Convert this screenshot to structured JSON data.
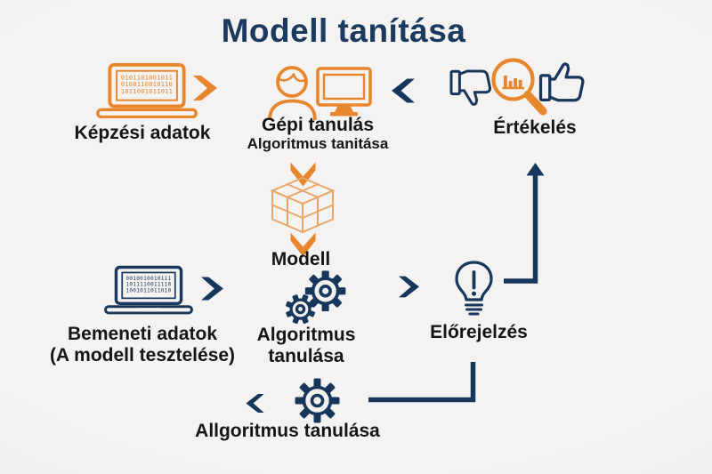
{
  "title": "Modell tanítása",
  "colors": {
    "navy": "#16365c",
    "orange": "#e8862d",
    "cube_orange": "#e9a66b",
    "label_text": "#151515",
    "title_text": "#1b3a60",
    "background": "#f2f1ee"
  },
  "top_row": {
    "training_data_label": "Képzési adatok",
    "machine_learning_label": "Gépi tanulás",
    "machine_learning_sublabel": "Algoritmus tanitása",
    "evaluation_label": "Értékelés"
  },
  "middle": {
    "model_label": "Modell"
  },
  "second_row": {
    "input_data_label": "Bemeneti adatok",
    "input_data_sublabel": "(A modell tesztelése)",
    "algorithm_label_line1": "Algoritmus",
    "algorithm_label_line2": "tanulása",
    "prediction_label": "Előrejelzés"
  },
  "footer": {
    "algorithm_learning_label": "Allgoritmus tanulása"
  },
  "laptop_training": {
    "screen_lines": [
      "0101101001011",
      "0100110010110",
      "1011001011011"
    ]
  },
  "laptop_input": {
    "screen_lines": [
      "0010010010111",
      "1011110011110",
      "1001011011010"
    ]
  },
  "icons": {
    "laptop-icon": "svg-laptop-outline",
    "chevron-right-icon": "svg-thick-chevron",
    "chevron-left-icon": "svg-thick-chevron-mirrored",
    "chevron-down-icon": "svg-thick-chevron-rotated",
    "person-icon": "svg-person-outline",
    "monitor-icon": "svg-monitor-outline",
    "thumbs-down-icon": "svg-thumb-flipped",
    "magnifier-chart-icon": "svg-magnifier-with-bars",
    "thumbs-up-icon": "svg-thumb",
    "cube-icon": "svg-3d-cube-grid",
    "gears-icon": "svg-two-gears",
    "gear-icon": "svg-gear",
    "lightbulb-icon": "svg-bulb-exclamation",
    "arrow-up-icon": "svg-elbow-arrow-up",
    "elbow-line": "svg-elbow-line"
  }
}
